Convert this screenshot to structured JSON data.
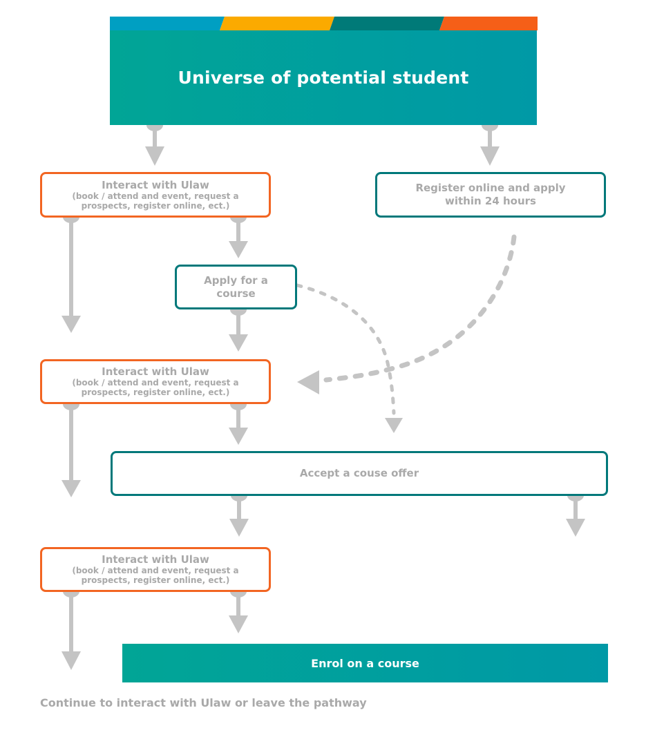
{
  "colors": {
    "stripe_blue": "#009fc2",
    "stripe_yellow": "#fbaa00",
    "stripe_dark_teal": "#007a78",
    "stripe_orange": "#f55f18",
    "header_gradient_start": "#01a596",
    "header_gradient_end": "#0099a6",
    "interact_border": "#f26522",
    "step_border": "#00787a",
    "text_gray": "#a9a9a9",
    "connector_gray": "#c4c4c4"
  },
  "header": {
    "title": "Universe of potential student"
  },
  "nodes": {
    "interact_1": {
      "title": "Interact with Ulaw",
      "detail_line1": "(book / attend and event, request a",
      "detail_line2": "prospects, register online, ect.)"
    },
    "register_online": {
      "line1": "Register online and apply",
      "line2": "within 24 hours"
    },
    "apply_course": {
      "line1": "Apply for a",
      "line2": "course"
    },
    "interact_2": {
      "title": "Interact with Ulaw",
      "detail_line1": "(book / attend and event, request a",
      "detail_line2": "prospects, register online, ect.)"
    },
    "accept_offer": {
      "label": "Accept a couse offer"
    },
    "interact_3": {
      "title": "Interact with Ulaw",
      "detail_line1": "(book / attend and event, request a",
      "detail_line2": "prospects, register online, ect.)"
    },
    "enrol": {
      "label": "Enrol on a course"
    }
  },
  "footer": {
    "note": "Continue to interact with Ulaw or leave the pathway"
  },
  "connectors": [
    {
      "from": "header",
      "to": "interact_1",
      "style": "solid"
    },
    {
      "from": "header",
      "to": "register_online",
      "style": "solid"
    },
    {
      "from": "interact_1",
      "to": "apply_course",
      "style": "solid"
    },
    {
      "from": "interact_1",
      "to": "exit",
      "style": "solid"
    },
    {
      "from": "apply_course",
      "to": "interact_2",
      "style": "solid"
    },
    {
      "from": "apply_course",
      "to": "accept_offer",
      "style": "dashed"
    },
    {
      "from": "register_online",
      "to": "interact_2",
      "style": "dashed"
    },
    {
      "from": "interact_2",
      "to": "accept_offer",
      "style": "solid"
    },
    {
      "from": "interact_2",
      "to": "exit",
      "style": "solid"
    },
    {
      "from": "accept_offer",
      "to": "interact_3",
      "style": "solid"
    },
    {
      "from": "accept_offer",
      "to": "exit",
      "style": "solid"
    },
    {
      "from": "interact_3",
      "to": "enrol",
      "style": "solid"
    },
    {
      "from": "interact_3",
      "to": "exit",
      "style": "solid"
    }
  ]
}
